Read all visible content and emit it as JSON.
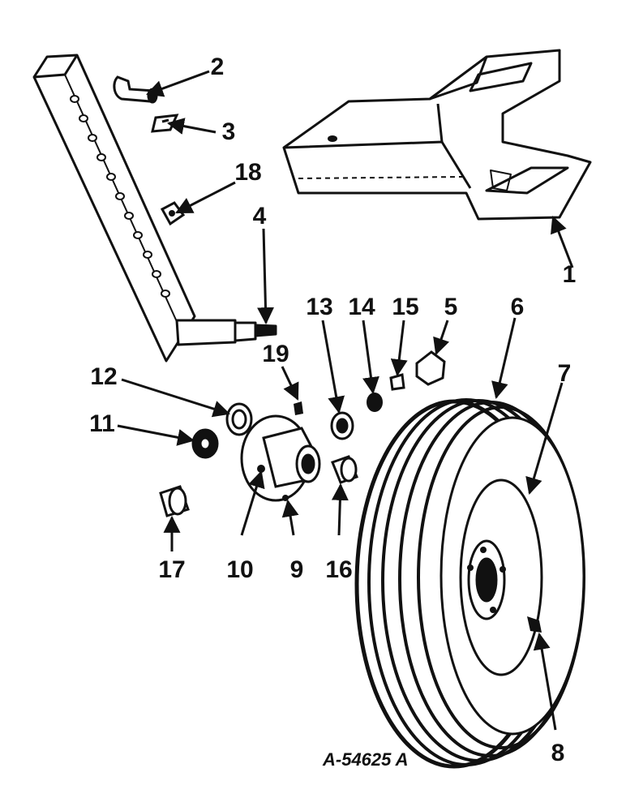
{
  "figure_ref": "A-54625 A",
  "callouts": {
    "c1": "1",
    "c2": "2",
    "c3": "3",
    "c4": "4",
    "c5": "5",
    "c6": "6",
    "c7": "7",
    "c8": "8",
    "c9": "9",
    "c10": "10",
    "c11": "11",
    "c12": "12",
    "c13": "13",
    "c14": "14",
    "c15": "15",
    "c16": "16",
    "c17": "17",
    "c18": "18",
    "c19": "19"
  },
  "colors": {
    "ink": "#111111",
    "paper": "#ffffff"
  }
}
